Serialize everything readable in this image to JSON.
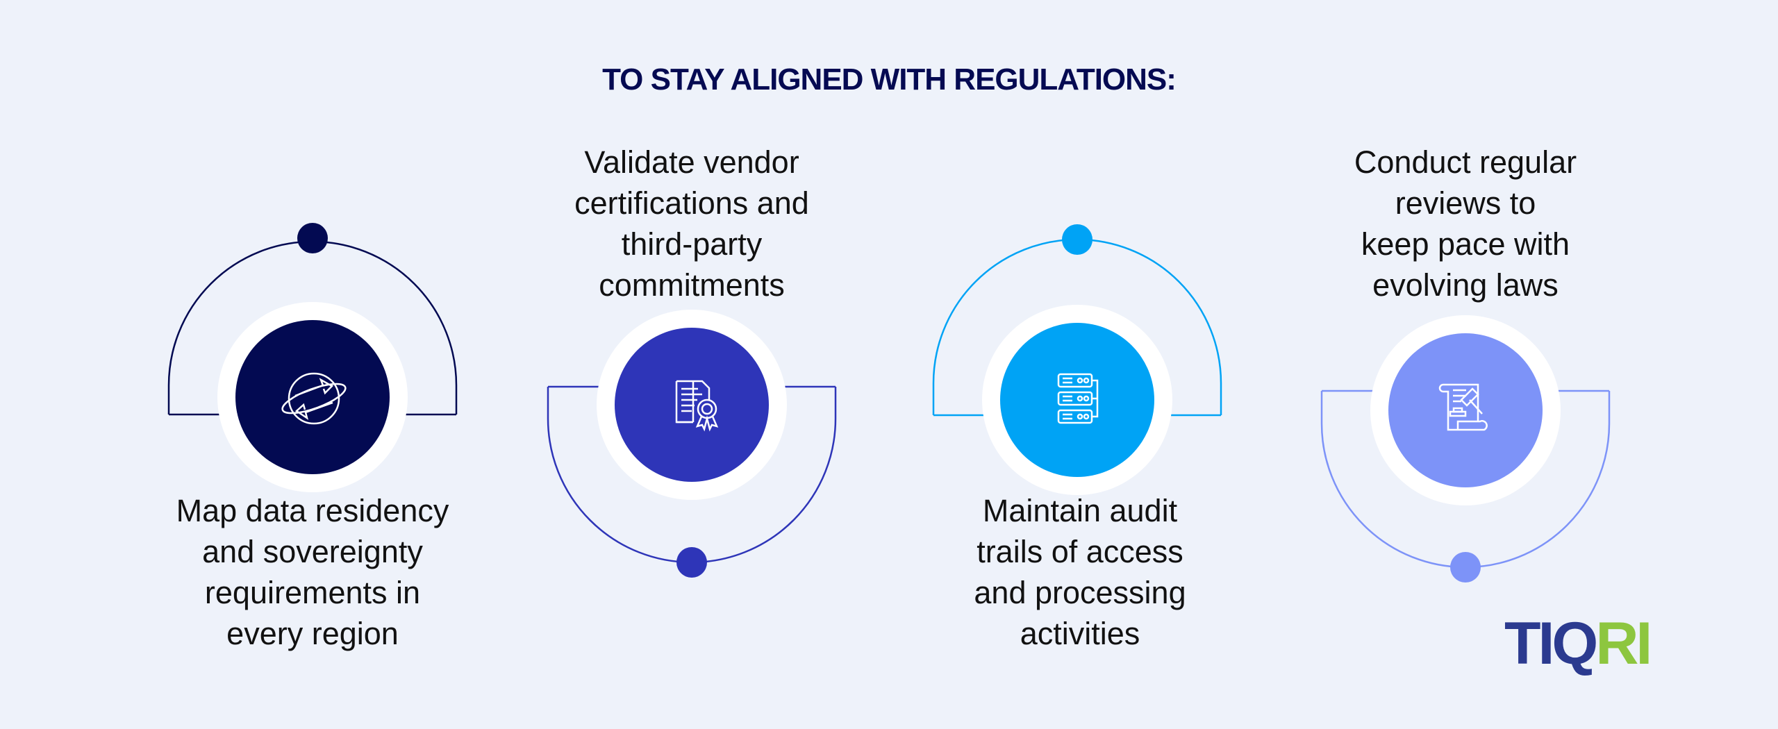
{
  "title": "TO STAY ALIGNED WITH REGULATIONS:",
  "items": [
    {
      "lines": [
        "Map data residency",
        "and sovereignty",
        "requirements in",
        "every region"
      ],
      "icon": "globe-exchange-icon",
      "color": "#030a52"
    },
    {
      "lines": [
        "Validate vendor",
        "certifications and",
        "third-party",
        "commitments"
      ],
      "icon": "certificate-icon",
      "color": "#2e35b8"
    },
    {
      "lines": [
        "Maintain audit",
        "trails of access",
        "and processing",
        "activities"
      ],
      "icon": "server-stack-icon",
      "color": "#00a3f5"
    },
    {
      "lines": [
        "Conduct regular",
        "reviews to",
        "keep pace with",
        "evolving laws"
      ],
      "icon": "legal-scroll-gavel-icon",
      "color": "#7d93f8"
    }
  ],
  "logo": {
    "part1": "TIQ",
    "part2": "RI"
  }
}
